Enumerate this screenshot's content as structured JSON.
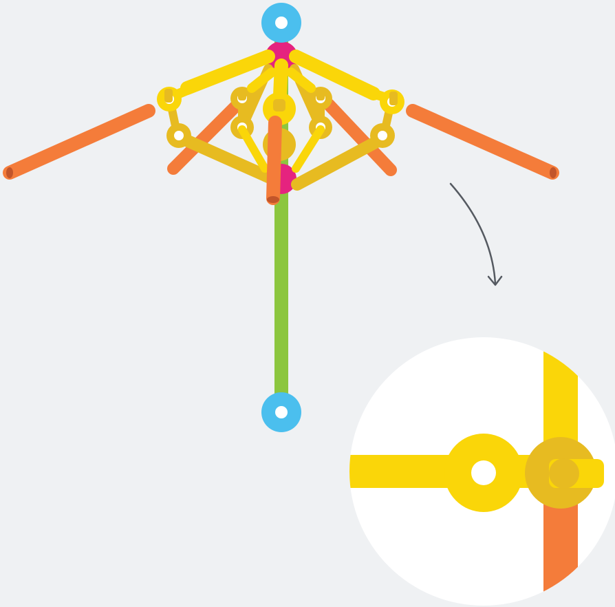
{
  "diagram": {
    "subject": "umbrella-frame-construction",
    "colors": {
      "background": "#eff1f3",
      "shaft": "#8cc63f",
      "connector_blue": "#4bbfee",
      "hub_pink": "#e5237f",
      "rib_yellow": "#fad609",
      "joint_gold": "#e7bb21",
      "strut_orange": "#f47c3a",
      "strut_orange_end": "#c2552a",
      "detail_circle": "#ffffff",
      "arrow": "#555a61"
    },
    "parts": [
      {
        "name": "shaft",
        "color_key": "shaft"
      },
      {
        "name": "top-connector",
        "color_key": "connector_blue"
      },
      {
        "name": "bottom-connector",
        "color_key": "connector_blue"
      },
      {
        "name": "top-hub",
        "color_key": "hub_pink"
      },
      {
        "name": "runner-hub",
        "color_key": "hub_pink"
      },
      {
        "name": "ribs",
        "color_key": "rib_yellow"
      },
      {
        "name": "stretchers",
        "color_key": "joint_gold"
      },
      {
        "name": "outer-struts",
        "color_key": "strut_orange"
      }
    ],
    "callout": {
      "type": "zoom-detail",
      "target": "rib-stretcher-joint"
    }
  }
}
